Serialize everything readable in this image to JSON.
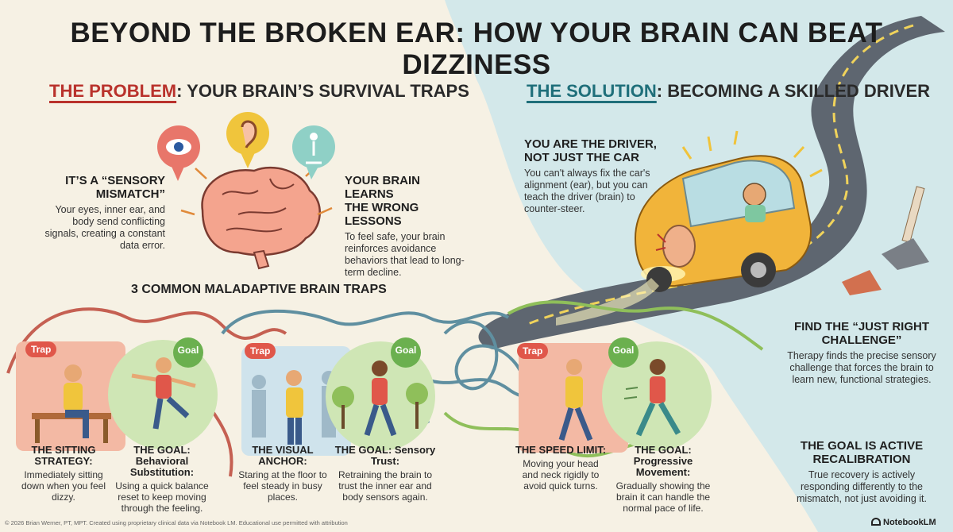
{
  "title": "BEYOND THE BROKEN EAR: HOW YOUR BRAIN CAN BEAT DIZZINESS",
  "problem": {
    "head_hl": "THE PROBLEM",
    "head_rest": ": YOUR BRAIN’S SURVIVAL TRAPS",
    "mismatch": {
      "title_l1": "IT’S A “SENSORY",
      "title_l2": "MISMATCH”",
      "body": "Your eyes, inner ear, and body send conflicting signals, creating a constant data error."
    },
    "lessons": {
      "title_l1": "YOUR BRAIN LEARNS",
      "title_l2": "THE WRONG LESSONS",
      "body": "To feel safe, your brain reinforces avoidance behaviors that lead to long-term decline."
    },
    "traps_head": "3 COMMON MALADAPTIVE BRAIN TRAPS"
  },
  "solution": {
    "head_hl": "THE SOLUTION",
    "head_rest": ": BECOMING A SKILLED DRIVER",
    "driver": {
      "title_l1": "YOU ARE THE DRIVER,",
      "title_l2": "NOT JUST THE CAR",
      "body": "You can't always fix the car's alignment (ear), but you can teach the driver (brain) to counter-steer."
    },
    "just_right": {
      "title_l1": "FIND THE “JUST RIGHT",
      "title_l2": "CHALLENGE”",
      "body": "Therapy finds the precise sensory challenge that forces the brain to learn new, functional strategies."
    },
    "active": {
      "title_l1": "THE GOAL IS ACTIVE",
      "title_l2": "RECALIBRATION",
      "body": "True recovery is actively responding differently to the mismatch, not just avoiding it."
    }
  },
  "badges": {
    "trap": "Trap",
    "goal": "Goal"
  },
  "cards": [
    {
      "title": "THE SITTING STRATEGY:",
      "body": "Immediately sitting down when you feel dizzy."
    },
    {
      "title": "THE GOAL: Behavioral Substitution:",
      "body": "Using a quick balance reset to keep moving through the feeling."
    },
    {
      "title": "THE VISUAL ANCHOR:",
      "body": "Staring at the floor to feel steady in busy places."
    },
    {
      "title": "THE GOAL: Sensory Trust:",
      "body": "Retraining the brain to trust the inner ear and body sensors again."
    },
    {
      "title": "THE SPEED LIMIT:",
      "body": "Moving your head and neck rigidly to avoid quick turns."
    },
    {
      "title": "THE GOAL: Progressive Movement:",
      "body": "Gradually showing the brain it can handle the normal pace of life."
    }
  ],
  "footer": "© 2026 Brian Werner, PT, MPT. Created using proprietary clinical data via Notebook LM. Educational use permitted with attribution",
  "brand": "NotebookLM",
  "colors": {
    "trap": "#e0574a",
    "goal": "#6bb04f",
    "teal_bg": "#d5e9ec",
    "cream_bg": "#f6f1e4"
  }
}
